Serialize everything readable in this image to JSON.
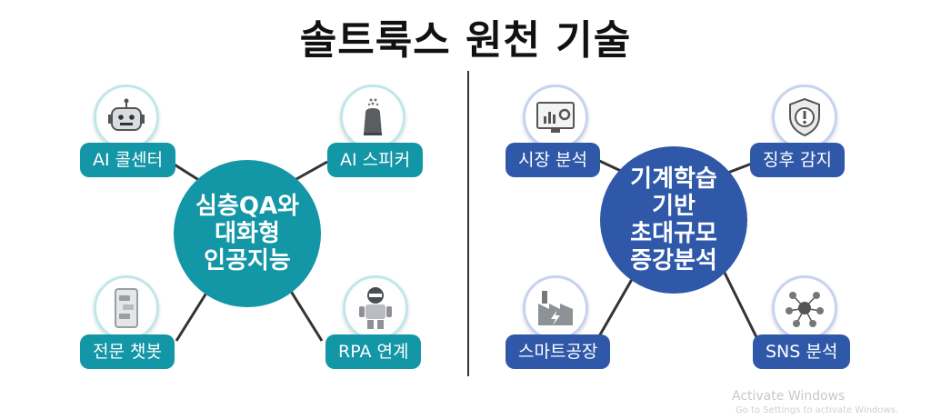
{
  "title": "솔트룩스 원천 기술",
  "left_hub": {
    "text": "심층QA와\n대화형\n인공지능"
  },
  "right_hub": {
    "text": "기계학습\n기반\n초대규모\n증강분석"
  },
  "nodes": {
    "ai_callcenter": {
      "label": "AI 콜센터",
      "icon": "robot-head-icon"
    },
    "ai_speaker": {
      "label": "AI 스피커",
      "icon": "smart-speaker-icon"
    },
    "chatbot": {
      "label": "전문 챗봇",
      "icon": "chat-phone-icon"
    },
    "rpa": {
      "label": "RPA 연계",
      "icon": "robot-icon"
    },
    "market": {
      "label": "시장 분석",
      "icon": "analytics-monitor-icon"
    },
    "detection": {
      "label": "징후 감지",
      "icon": "warning-shield-icon"
    },
    "smart_factory": {
      "label": "스마트공장",
      "icon": "factory-icon"
    },
    "sns": {
      "label": "SNS 분석",
      "icon": "social-network-icon"
    }
  },
  "watermark": {
    "line1": "Activate Windows",
    "line2": "Go to Settings to activate Windows."
  },
  "colors": {
    "teal": "#1396a6",
    "blue": "#2f58a9"
  }
}
